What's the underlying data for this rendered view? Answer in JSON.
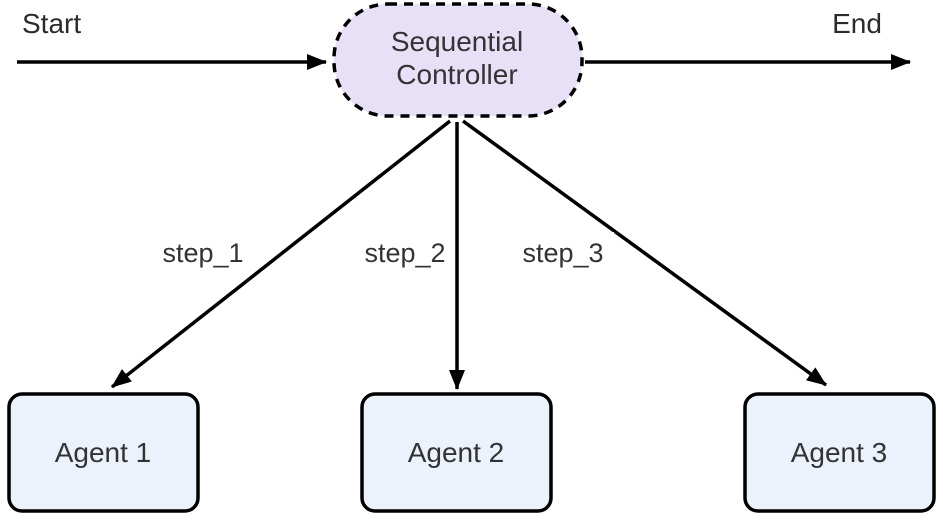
{
  "diagram": {
    "title": "sequential-controller-workflow",
    "start_label": "Start",
    "end_label": "End",
    "controller": {
      "label_line1": "Sequential",
      "label_line2": "Controller"
    },
    "edges": [
      {
        "label": "step_1",
        "from": "Sequential Controller",
        "to": "Agent 1"
      },
      {
        "label": "step_2",
        "from": "Sequential Controller",
        "to": "Agent 2"
      },
      {
        "label": "step_3",
        "from": "Sequential Controller",
        "to": "Agent 3"
      }
    ],
    "agents": [
      {
        "label": "Agent 1"
      },
      {
        "label": "Agent 2"
      },
      {
        "label": "Agent 3"
      }
    ],
    "colors": {
      "controller_fill": "#E7E0F7",
      "agent_fill": "#ECF2FB",
      "stroke": "#000000",
      "endpoint_text": "#2b2b2b",
      "node_text": "#333333",
      "background": "#ffffff"
    }
  }
}
